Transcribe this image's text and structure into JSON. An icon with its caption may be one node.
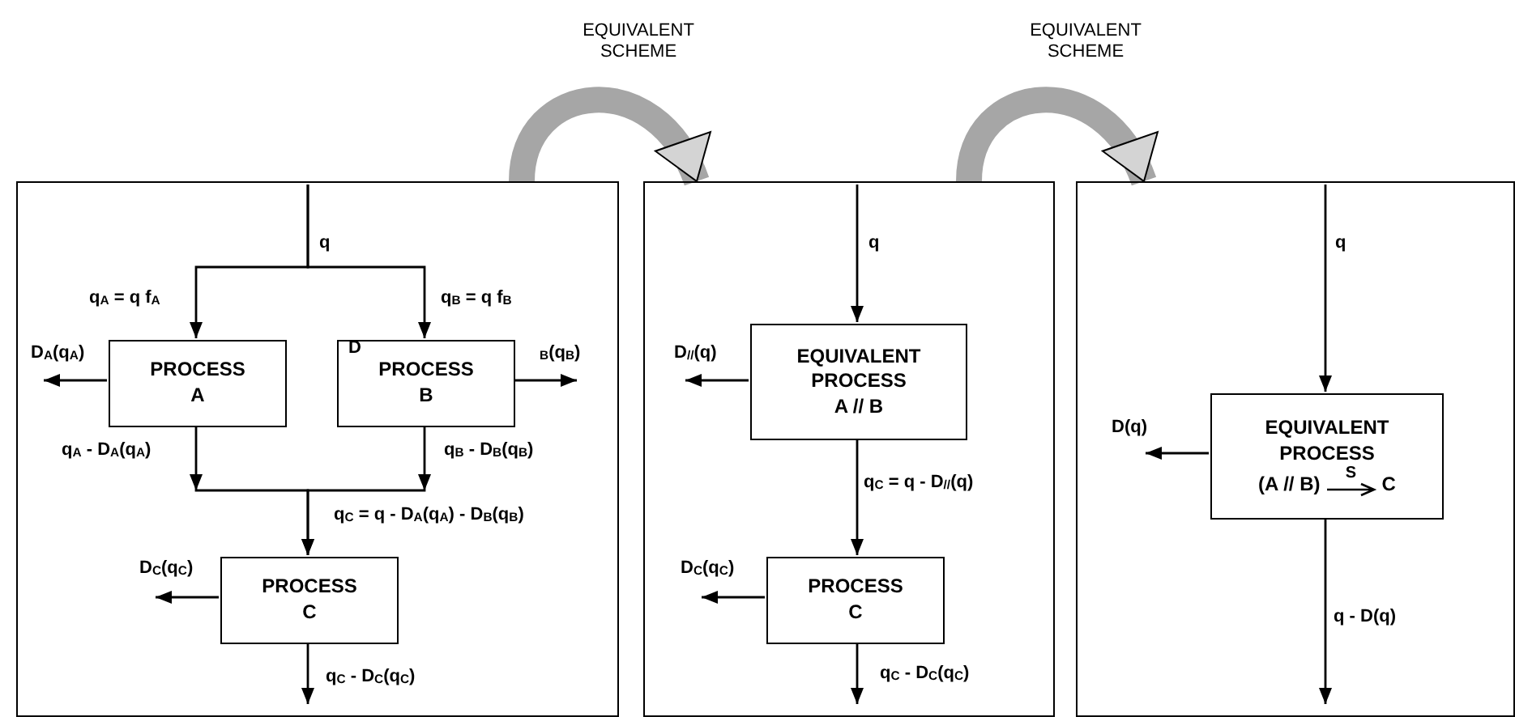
{
  "diagram": {
    "nodes": [
      {
        "text": [],
        "shape": "box"
      },
      {
        "text": [
          "PROCESS",
          "A"
        ],
        "in": 0
      },
      {
        "text": [
          "PROCESS",
          "B"
        ],
        "in": 0
      },
      {
        "text": [
          "PROCESS",
          "C"
        ],
        "in": 0
      },
      {
        "text": [],
        "shape": "box"
      },
      {
        "text": [
          "EQUIVALENT PROCESS",
          "A // B"
        ],
        "in": 4
      },
      {
        "text": [
          "PROCESS",
          "C"
        ],
        "in": 4
      },
      {
        "text": [],
        "shape": "box"
      },
      {
        "text": [
          "EQUIVALENT PROCESS",
          "(A // B)",
          "S",
          "C"
        ],
        "in": 7
      }
    ],
    "edges": [
      {
        "from": null,
        "to": 1,
        "arrow": "to",
        "label": "q$_{A}$ = q f$_{A}$"
      },
      {
        "from": null,
        "to": 2,
        "arrow": "to",
        "label": "q$_{B}$ = q f$_{B}$"
      },
      {
        "from": 1,
        "to": 3,
        "arrow": "to",
        "label": "q$_{A}$ - D$_{A}$(q$_{A}$)"
      },
      {
        "from": 2,
        "to": 3,
        "arrow": "to",
        "label": "q$_{B}$ - D$_{B}$(q$_{B}$)"
      },
      {
        "from": 1,
        "to": null,
        "arrow": "to",
        "label": "D$_{A}$(q$_{A}$)"
      },
      {
        "from": 2,
        "to": null,
        "arrow": "to",
        "label": "$_{B}$(q$_{B}$)"
      },
      {
        "from": 3,
        "to": null,
        "arrow": "to",
        "label": "D$_{C}$(q$_{C}$)"
      },
      {
        "from": 3,
        "to": null,
        "arrow": "to",
        "label": "q$_{C}$ - D$_{C}$(q$_{C}$)"
      },
      {
        "from": null,
        "to": 5,
        "arrow": "to",
        "label": "q"
      },
      {
        "from": 5,
        "to": null,
        "arrow": "to",
        "label": "D$_{//}$(q)"
      },
      {
        "from": 5,
        "to": 6,
        "arrow": "to",
        "label": "q$_{C}$ = q - D$_{//}$(q)"
      },
      {
        "from": 6,
        "to": null,
        "arrow": "to",
        "label": "D$_{C}$(q$_{C}$)"
      },
      {
        "from": 6,
        "to": null,
        "arrow": "to",
        "label": "q$_{C}$ - D$_{C}$(q$_{C}$)"
      },
      {
        "from": null,
        "to": 8,
        "arrow": "to",
        "label": "q"
      },
      {
        "from": 8,
        "to": null,
        "arrow": "to",
        "label": "D(q)"
      },
      {
        "from": 8,
        "to": null,
        "arrow": "to",
        "label": "q - D(q)"
      },
      {
        "from": 0,
        "to": 4,
        "arrow": "to",
        "label": "EQUIVALENT SCHEME",
        "style": "thick",
        "color": "#a6a6a6"
      },
      {
        "from": 4,
        "to": 7,
        "arrow": "to",
        "label": "EQUIVALENT SCHEME",
        "style": "thick",
        "color": "#a6a6a6"
      }
    ],
    "labels": [
      "q",
      "D",
      "q$_{C}$ = q - D$_{A}$(q$_{A}$) - D$_{B}$(q$_{B}$)"
    ]
  }
}
